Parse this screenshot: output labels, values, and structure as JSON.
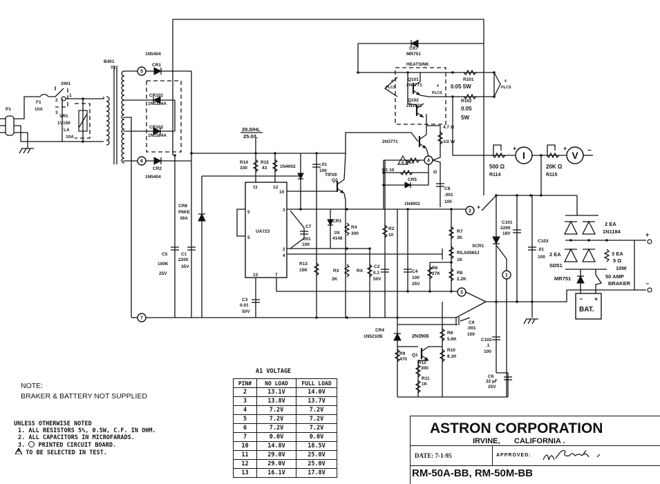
{
  "labels": {
    "p1": "P1",
    "f1": "F1",
    "f1_rating": "10A",
    "sw1": "SW1",
    "sw1_p1": "1",
    "sw1_p2": "2",
    "sw1_p3": "3",
    "vr1": "VR1",
    "vr1_part": "1V150",
    "vr1_la": "LA",
    "vr1_rating": "10A",
    "b401": "B401",
    "t1": "T1",
    "cr1": "CR1",
    "cr1_part": "1N5404",
    "cr101": "CR101",
    "cr101_part": "1N1184A",
    "cr102": "CR102",
    "cr102_part": "1N1184A",
    "cr2": "CR2",
    "cr2_part": "1N5404",
    "cr8": "CR8",
    "cr8_part": "P6KE",
    "cr8_rating": "39A",
    "c5": "C5",
    "c5_val": "100K",
    "c5_v": "25V",
    "c1": "C1",
    "c1_val": "2200",
    "c1_v": "35V",
    "c3": "C3",
    "c3_val": "0.01",
    "c3_v": "50V",
    "vcc_hl": "29.0/HL",
    "vcc_l": "25.0/L",
    "r14": "R14",
    "r14_val": "330",
    "r15": "R15",
    "r15_val": "43",
    "d_1n4002": "1N4002",
    "u1": "UA723",
    "pin11": "11",
    "pin12": "12",
    "pin10": "10",
    "pin3": "3",
    "pin2": "2",
    "pin4": "4",
    "pin5a": "5",
    "pin5b": "5",
    "pin13": "13",
    "pin7": "7",
    "c7": "C7",
    "c7_val": ".001",
    "c7_v": "100",
    "c_01": ".01",
    "c_01_v": "100",
    "tip29": "TIP29",
    "q2": "Q2",
    "cr3": "CR3",
    "cr3_part1": "1N",
    "cr3_part2": "4148",
    "r4": "R4",
    "r4_val": "300",
    "r2": "R2",
    "r2_val": "10",
    "r13": "R13",
    "r13_val": "15K",
    "r3": "R3",
    "r3_val": "2K",
    "rx": "RX",
    "c2": "C2",
    "c2_val": "0.1",
    "c2_v": "50V",
    "c4": "C4",
    "c4_val": "100",
    "c4_v": "25V",
    "r6": "R6",
    "r6_val": "27K",
    "r7": "R7",
    "r7_val": "3K",
    "r5": "R5,S0565J",
    "r5_val": "1K",
    "r8": "R8",
    "r8_val": "2.2K",
    "scr1": "SCR1",
    "c8": "C8",
    "c8_val": ".001",
    "c8_v": "100",
    "cr5": "CR5",
    "cr5_part": "1N4002",
    "r1x": "R1X",
    "r1": "R1  10",
    "r1_unit": "Ω",
    "q_driver": "2N3771",
    "r_drv_val": "4.7 Ω",
    "r_drv_w": "1/2 W",
    "cr7": "CR7",
    "cr7_part": "MR751",
    "heatsink": "HEATSINK",
    "q101": "Q101",
    "q101_part": "2N3771",
    "q102": "Q102",
    "q102_part": "2N3771",
    "plcs_left": "PLCS",
    "plcs_mid": "PLCS",
    "plcs_right": "PLCS",
    "plcs_n1": "4",
    "plcs_n2": "4",
    "plcs_n3": "4",
    "r101": "R101",
    "r101_val": "0.05  5W",
    "r102": "R102",
    "r102_val": "0.05",
    "r102_w": "5W",
    "r114_val": "500 Ω",
    "r114": "R114",
    "r115_val": "20K Ω",
    "r115": "R115",
    "meter_i": "I",
    "meter_v": "V",
    "meter_i_plus": "+",
    "meter_v_plus": "+",
    "meter_v_minus": "−",
    "c101": "C101",
    "c101_val": "2200",
    "c101_v": "18V",
    "c103": "C103",
    "c103_val": ".01",
    "c103_v": "100",
    "sd51_qty": "2 EA",
    "sd51": "SD51",
    "n1184_qty": "2 EA",
    "n1184": "1N1184",
    "r3ea": "3 EA",
    "r3ea_val": "5 Ω",
    "r3ea_w": "10W",
    "mr751": "MR751",
    "breaker1": "50 AMP",
    "breaker2": "BRAKER",
    "bat": "BAT.",
    "bat_minus": "−",
    "bat_plus": "+",
    "out_plus": "+",
    "out_minus": "−",
    "node2_plus": "+",
    "cr4": "CR4",
    "cr4_part": "1N5232B",
    "q1_part": "2N3906",
    "q1": "Q1",
    "r8b": "R8",
    "r8b_val": "5.6K",
    "r10": "R10",
    "r10_val": "8.1K",
    "r9": "R9",
    "r9_val": "470",
    "r12": "R12",
    "r12_val": "300",
    "r11": "R11",
    "r11_val": "1K",
    "c9": "C9",
    "c9_val": ".001",
    "c9_v": "100",
    "c102": "C102",
    "c102_val": ".1",
    "c102_v": "100",
    "c6": "C6",
    "c6_val": "22 µF",
    "c6_v": "25V",
    "tri_4": "4"
  },
  "pcb_points": {
    "n5": "5",
    "n6": "6",
    "n7": "7",
    "n4": "4",
    "n2": "2",
    "n3": "3",
    "n1": "1"
  },
  "notes": {
    "title": "NOTE:",
    "line1": "BRAKER & BATTERY NOT SUPPLIED",
    "unless": "UNLESS OTHERWISE NOTED",
    "n1": "1. ALL RESISTORS 5%, 0.5W, C.F. IN OHM.",
    "n2": "2. ALL CAPACITORS IN MICROFARADS.",
    "n3_num": "3.",
    "n3": "PRINTED CIRCUIT BOARD.",
    "n4_sym": "4",
    "n4": "TO BE SELECTED IN TEST."
  },
  "voltage_table": {
    "title": "A1 VOLTAGE",
    "headers": [
      "PIN#",
      "NO LOAD",
      "FULL LOAD"
    ],
    "rows": [
      [
        "2",
        "13.1V",
        "14.0V"
      ],
      [
        "3",
        "13.8V",
        "13.7V"
      ],
      [
        "4",
        "7.2V",
        "7.2V"
      ],
      [
        "5",
        "7.2V",
        "7.2V"
      ],
      [
        "6",
        "7.2V",
        "7.2V"
      ],
      [
        "7",
        "0.0V",
        "0.0V"
      ],
      [
        "10",
        "14.8V",
        "18.5V"
      ],
      [
        "11",
        "29.0V",
        "25.0V"
      ],
      [
        "12",
        "29.0V",
        "25.0V"
      ],
      [
        "13",
        "16.1V",
        "17.8V"
      ]
    ]
  },
  "title_block": {
    "company": "ASTRON CORPORATION",
    "city": "IRVINE,",
    "state": "CALIFORNIA .",
    "date": "DATE: 7-1-95",
    "approved": "APPROVED:",
    "signature": "Winterdi",
    "models": "RM-50A-BB, RM-50M-BB"
  }
}
